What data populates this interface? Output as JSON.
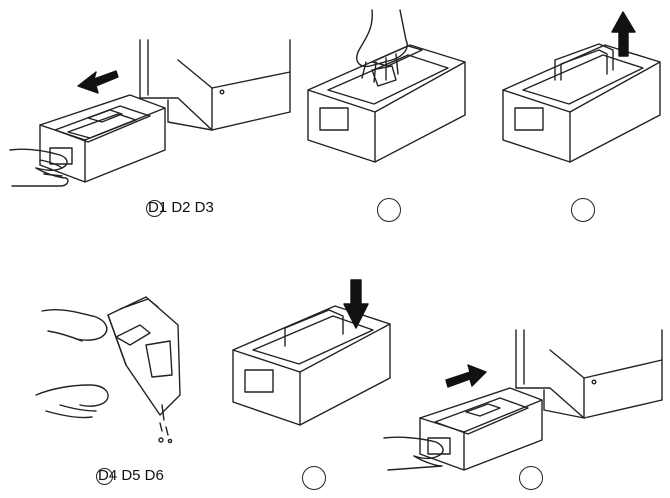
{
  "figure": {
    "row1": {
      "label_text": "D1 D2 D3",
      "label_parts": [
        "D1",
        "D2",
        "D3"
      ]
    },
    "row2": {
      "label_text": "D4 D5 D6",
      "label_parts": [
        "D4",
        "D5",
        "D6"
      ]
    }
  },
  "icons": [
    "arrow-left-icon",
    "arrow-up-icon",
    "arrow-down-icon",
    "arrow-right-icon",
    "hand-icon",
    "water-drops-icon"
  ],
  "colors": {
    "stroke": "#222222",
    "background": "#ffffff"
  }
}
